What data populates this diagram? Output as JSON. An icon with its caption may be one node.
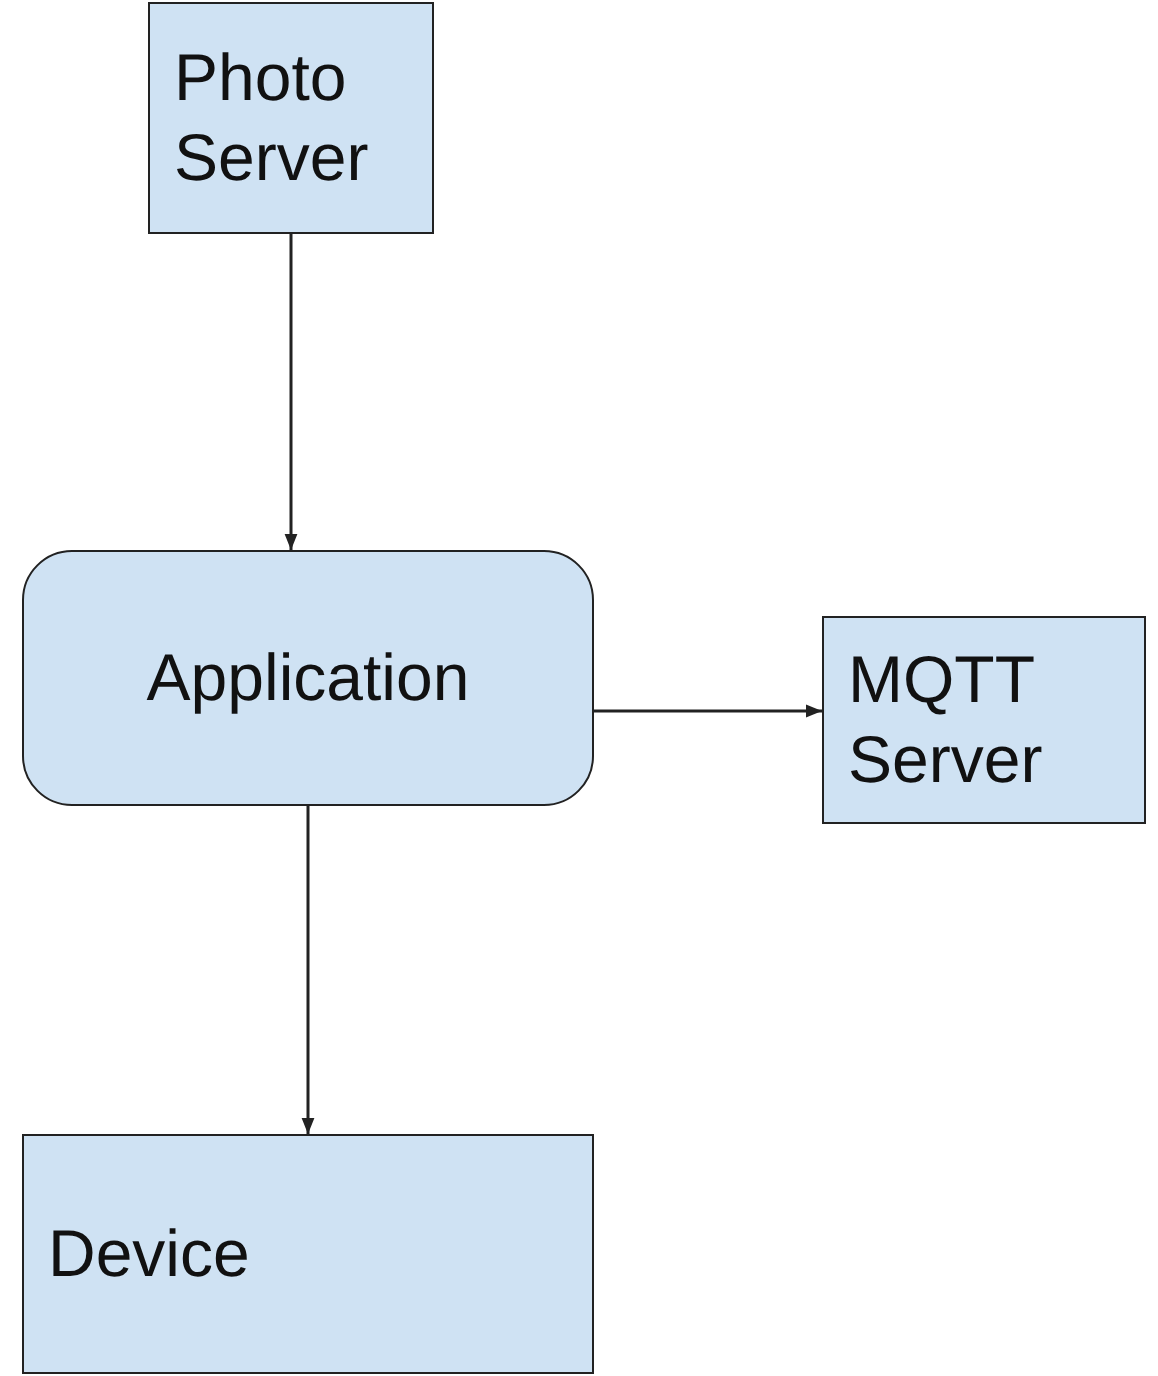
{
  "diagram": {
    "nodes": [
      {
        "text": [
          "Photo Server"
        ]
      },
      {
        "text": [
          "Application"
        ]
      },
      {
        "text": [
          "MQTT Server"
        ]
      },
      {
        "text": [
          "Device"
        ]
      }
    ],
    "edges": [
      {
        "from": 0,
        "to": 1,
        "arrow": "to"
      },
      {
        "from": 1,
        "to": 2,
        "arrow": "to"
      },
      {
        "from": 1,
        "to": 3,
        "arrow": "to"
      }
    ]
  }
}
